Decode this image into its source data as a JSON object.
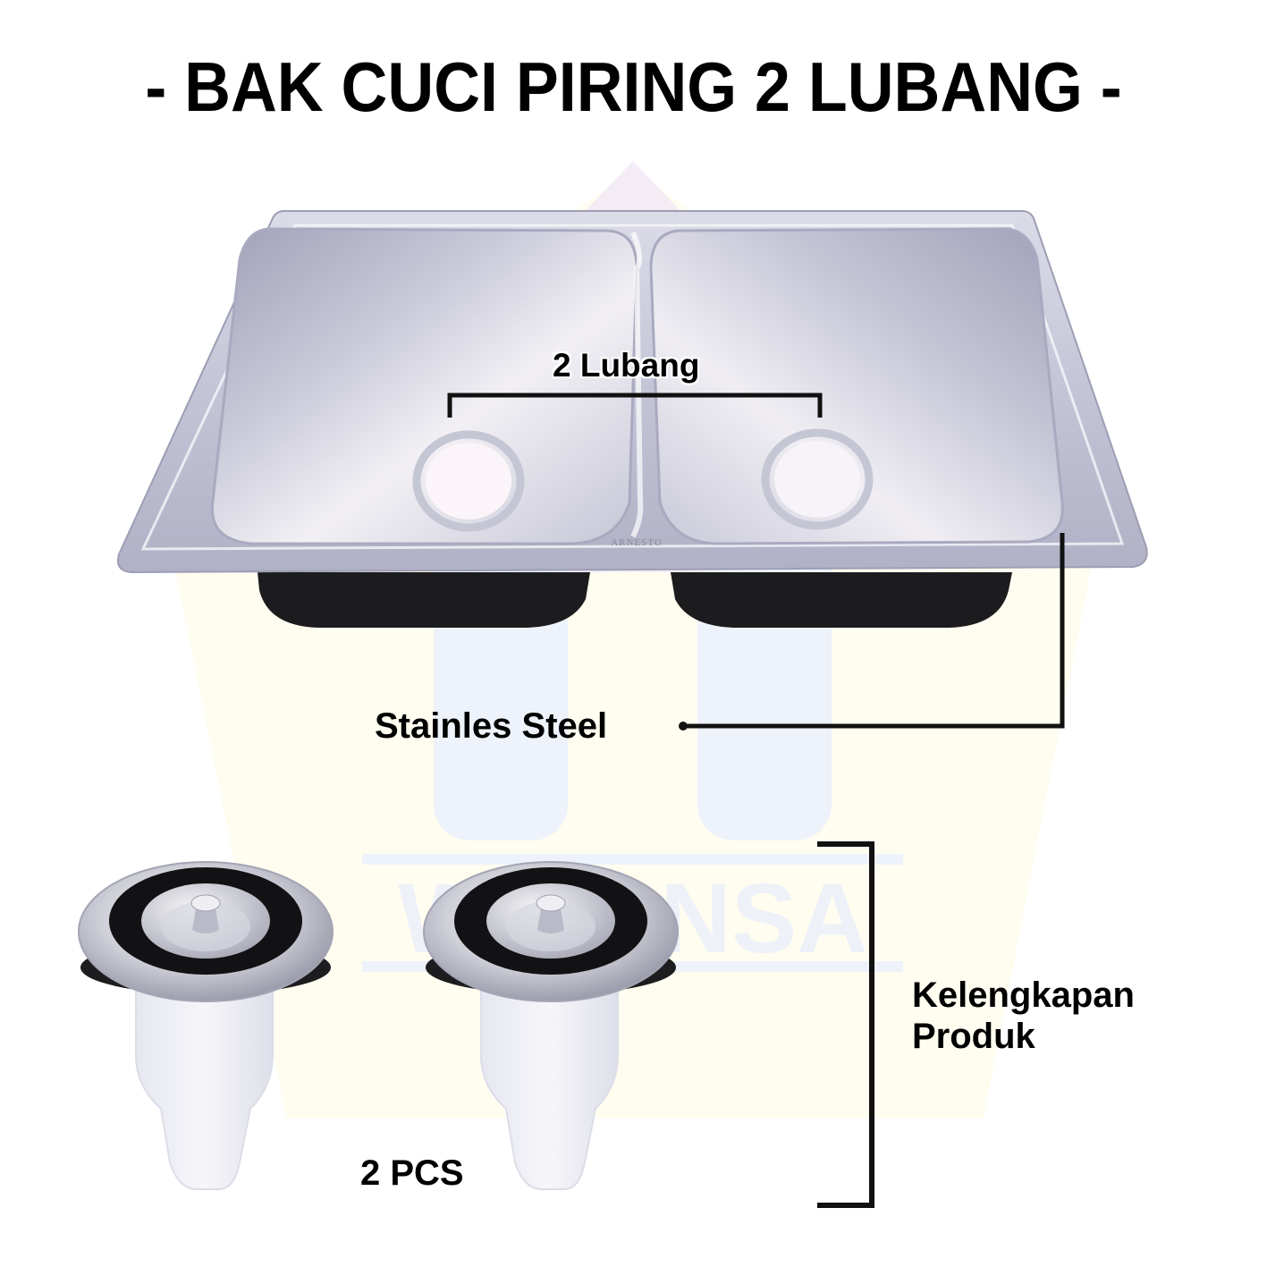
{
  "title": "- BAK CUCI PIRING 2 LUBANG -",
  "watermark": {
    "text": "WINANSA",
    "colors": {
      "pentagon": "#fffdf0",
      "bar": "#eef2fa",
      "arrow": "#f3eaf5"
    }
  },
  "product": {
    "name": "double-bowl stainless kitchen sink",
    "stamp": "ARNESTO",
    "colors": {
      "steel_light": "#e4e4ee",
      "steel_mid": "#b8b9cc",
      "steel_dark": "#8f90a8",
      "underside": "#1a1a1a"
    }
  },
  "annotations": {
    "holes_label": "2 Lubang",
    "material_label": "Stainles Steel",
    "accessories_label_line1": "Kelengkapan",
    "accessories_label_line2": "Produk",
    "quantity_label": "2 PCS"
  },
  "accessories": {
    "item": "sink strainer",
    "count": 2
  }
}
